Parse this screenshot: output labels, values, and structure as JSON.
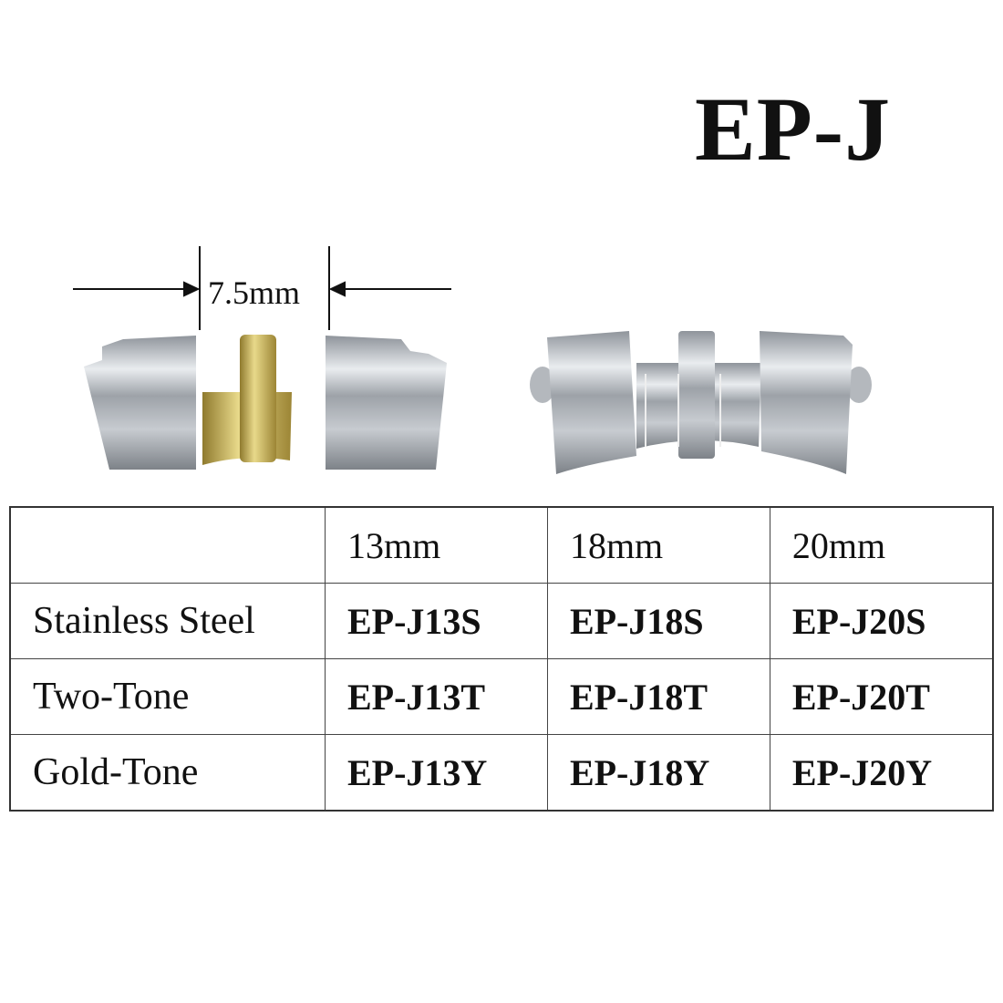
{
  "title": "EP-J",
  "dimension_label": "7.5mm",
  "table": {
    "headers": [
      "",
      "13mm",
      "18mm",
      "20mm"
    ],
    "rows": [
      {
        "label": "Stainless Steel",
        "codes": [
          "EP-J13S",
          "EP-J18S",
          "EP-J20S"
        ]
      },
      {
        "label": "Two-Tone",
        "codes": [
          "EP-J13T",
          "EP-J18T",
          "EP-J20T"
        ]
      },
      {
        "label": "Gold-Tone",
        "codes": [
          "EP-J13Y",
          "EP-J18Y",
          "EP-J20Y"
        ]
      }
    ]
  },
  "colors": {
    "steel": "#a9adb3",
    "gold": "#c9b35c"
  }
}
